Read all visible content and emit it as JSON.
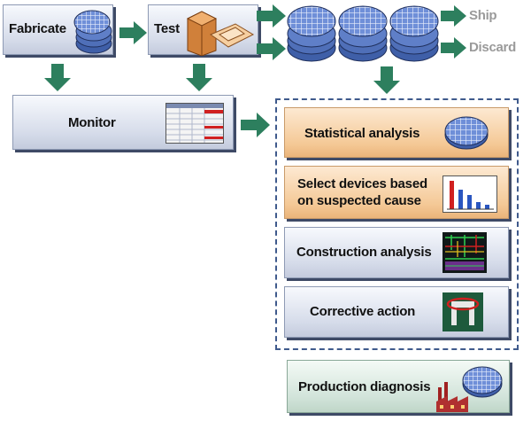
{
  "steps": {
    "fabricate": "Fabricate",
    "test": "Test",
    "ship": "Ship",
    "discard": "Discard",
    "monitor": "Monitor"
  },
  "analysis": {
    "statistical": "Statistical analysis",
    "select_line1": "Select devices based",
    "select_line2": "on suspected cause",
    "construction": "Construction analysis",
    "corrective": "Corrective action"
  },
  "production": "Production diagnosis",
  "colors": {
    "arrow_green": "#2d7f5e",
    "box_blue": "#d6dcea",
    "box_orange": "#f4c895",
    "wafer_blue": "#6f8fd8",
    "dashed_border": "#3f5a8c"
  },
  "icons": [
    "wafer-stack-icon",
    "test-chip-icon",
    "monitor-table-icon",
    "bar-chart-icon",
    "circuit-icon",
    "magnet-icon",
    "factory-icon"
  ]
}
